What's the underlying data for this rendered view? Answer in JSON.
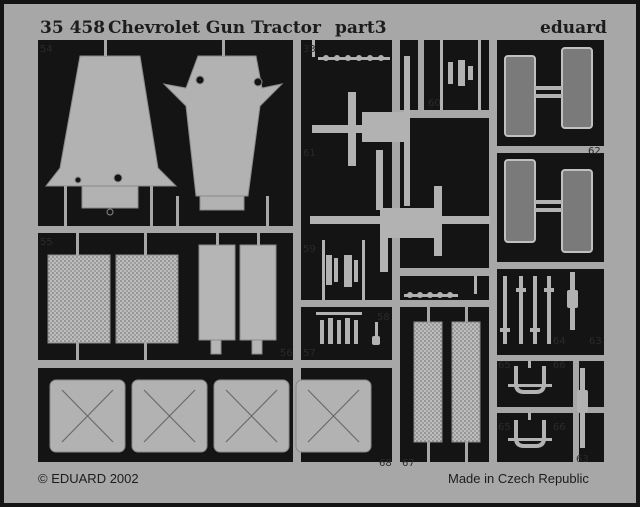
{
  "header": {
    "code": "35 458",
    "title": "Chevrolet Gun Tractor",
    "part": "part3",
    "brand": "eduard"
  },
  "footer": {
    "copyright": "© EDUARD 2002",
    "origin": "Made in Czech Republic"
  },
  "part_numbers": {
    "p33": "33",
    "p54": "54",
    "p55": "55",
    "p56": "56",
    "p57": "57",
    "p58": "58",
    "p59": "59",
    "p60": "60",
    "p61": "61",
    "p62": "62",
    "p63a": "63",
    "p63b": "63",
    "p64": "64",
    "p65a": "65",
    "p65b": "65",
    "p66a": "66",
    "p66b": "66",
    "p67": "67",
    "p68": "68"
  },
  "colors": {
    "background": "#141414",
    "frame": "#a7a7a7",
    "part": "#b2b2b2",
    "part_dark": "#7a7a7a",
    "text": "#1c1c1c"
  }
}
